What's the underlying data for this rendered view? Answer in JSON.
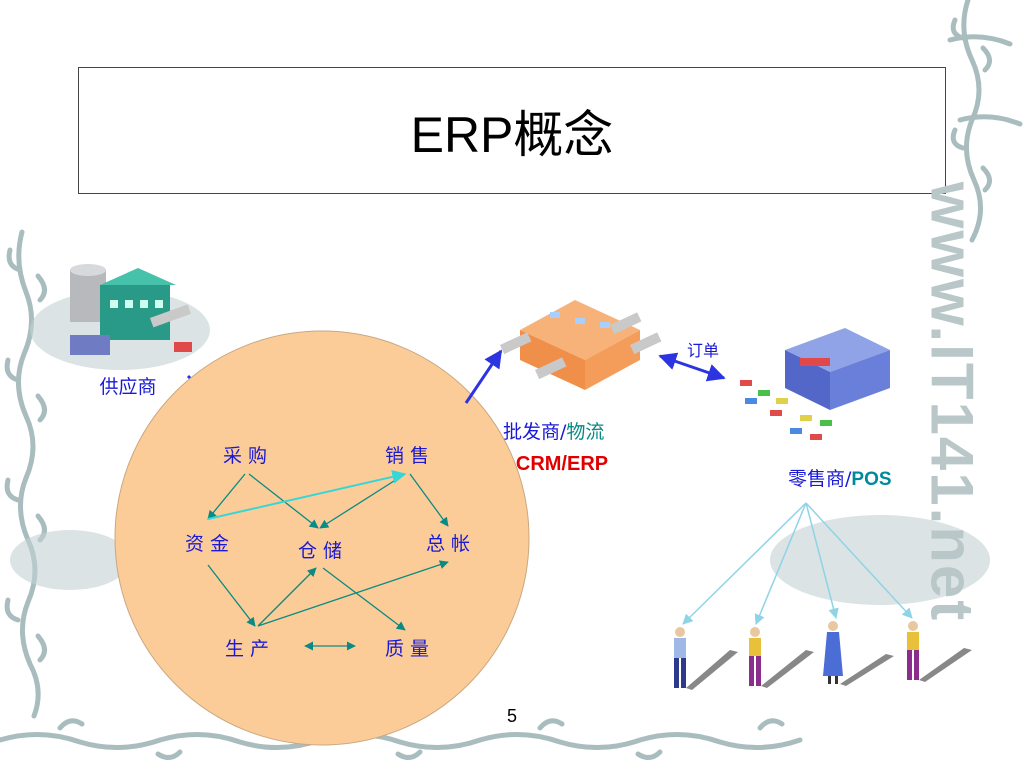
{
  "slide": {
    "title": "ERP概念",
    "page_number": "5",
    "watermark": "www.IT141.net"
  },
  "entities": {
    "supplier": "供应商",
    "wholesaler_a": "批发商/",
    "wholesaler_b": "物流",
    "crm_erp": "CRM/ERP",
    "retailer_a": "零售商/",
    "retailer_b": "POS",
    "order": "订单"
  },
  "erp_modules": {
    "purchase": "采 购",
    "sales": "销 售",
    "capital": "资 金",
    "storage": "仓 储",
    "ledger": "总 帐",
    "production": "生 产",
    "quality": "质 量"
  },
  "colors": {
    "circle_fill": "#fccc98",
    "circle_stroke": "#c8a882",
    "module_text": "#1a1ad6",
    "arrow_teal": "#0a8a84",
    "arrow_cyan": "#35d6d6",
    "arrow_blue": "#2b34e0",
    "crm_red": "#e00000",
    "pos_teal": "#008b9a",
    "title_border": "#444444",
    "watermark": "#b9c7c9"
  }
}
